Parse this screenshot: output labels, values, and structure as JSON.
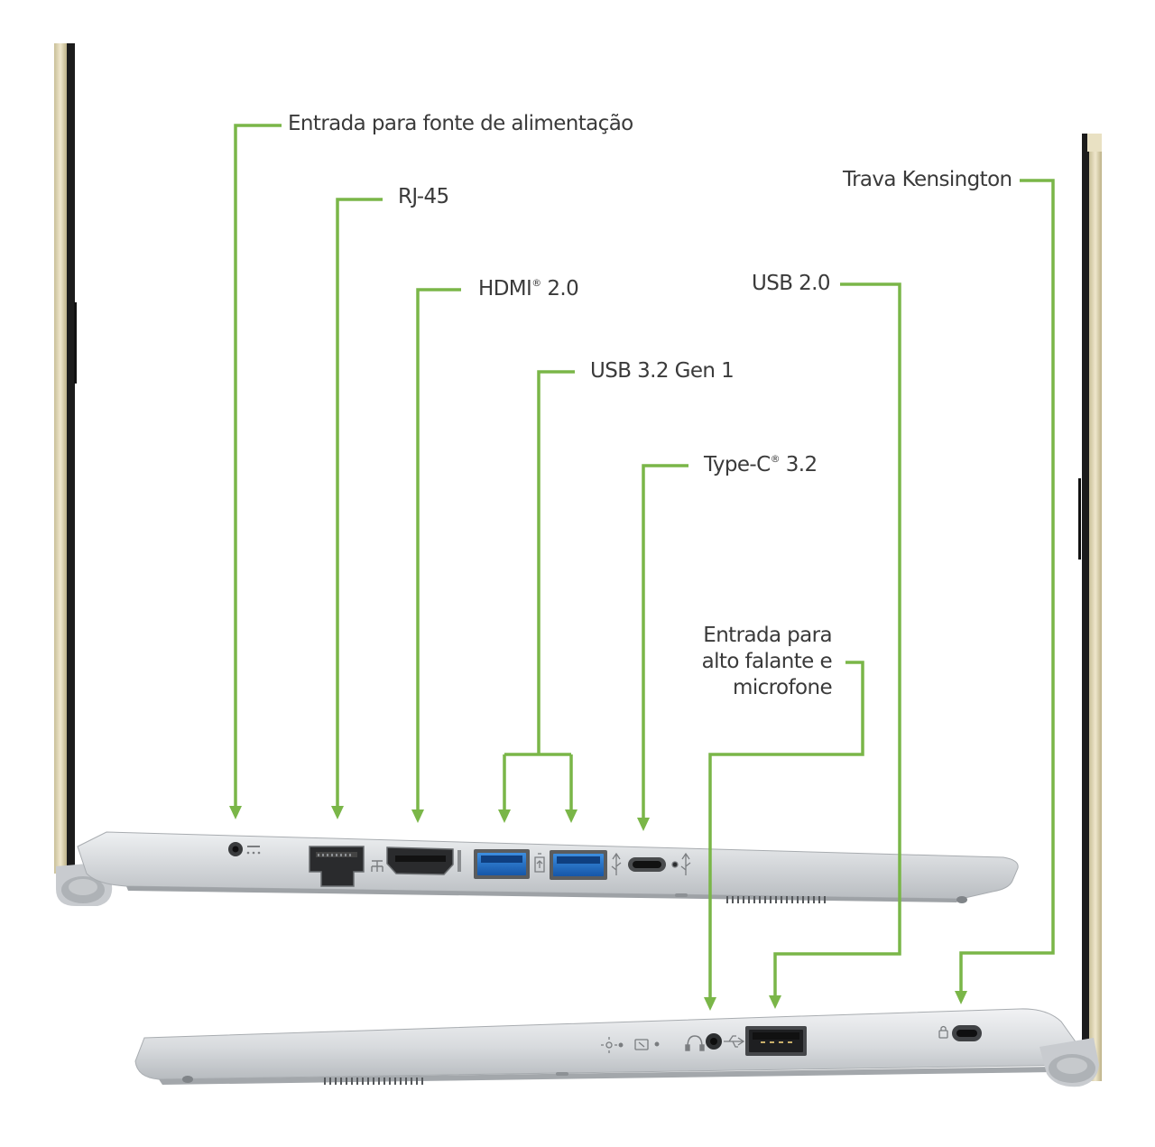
{
  "colors": {
    "callout_line": "#7ab648",
    "label_text": "#3a3a3a",
    "laptop_silver": "#d3d6d9",
    "lid_gold": "#d8cfae",
    "usb3_blue": "#1f6fc4"
  },
  "callouts": {
    "power": {
      "text": "Entrada para fonte de alimentação"
    },
    "rj45": {
      "text": "RJ-45"
    },
    "hdmi": {
      "text": "HDMI",
      "mark": "®",
      "suffix": " 2.0"
    },
    "usb32": {
      "text": "USB 3.2 Gen 1"
    },
    "typec": {
      "text": "Type-C",
      "mark": "®",
      "suffix": " 3.2"
    },
    "usb20": {
      "text": "USB 2.0"
    },
    "kensington": {
      "text": "Trava Kensington"
    },
    "audio": {
      "line1": "Entrada para",
      "line2": "alto falante e",
      "line3": "microfone"
    }
  },
  "icons": [
    "power-led-icon",
    "ethernet-icon",
    "hdmi-icon",
    "usb-charge-icon",
    "usb-icon",
    "battery-led-icon",
    "headset-icon",
    "kensington-lock-icon"
  ]
}
